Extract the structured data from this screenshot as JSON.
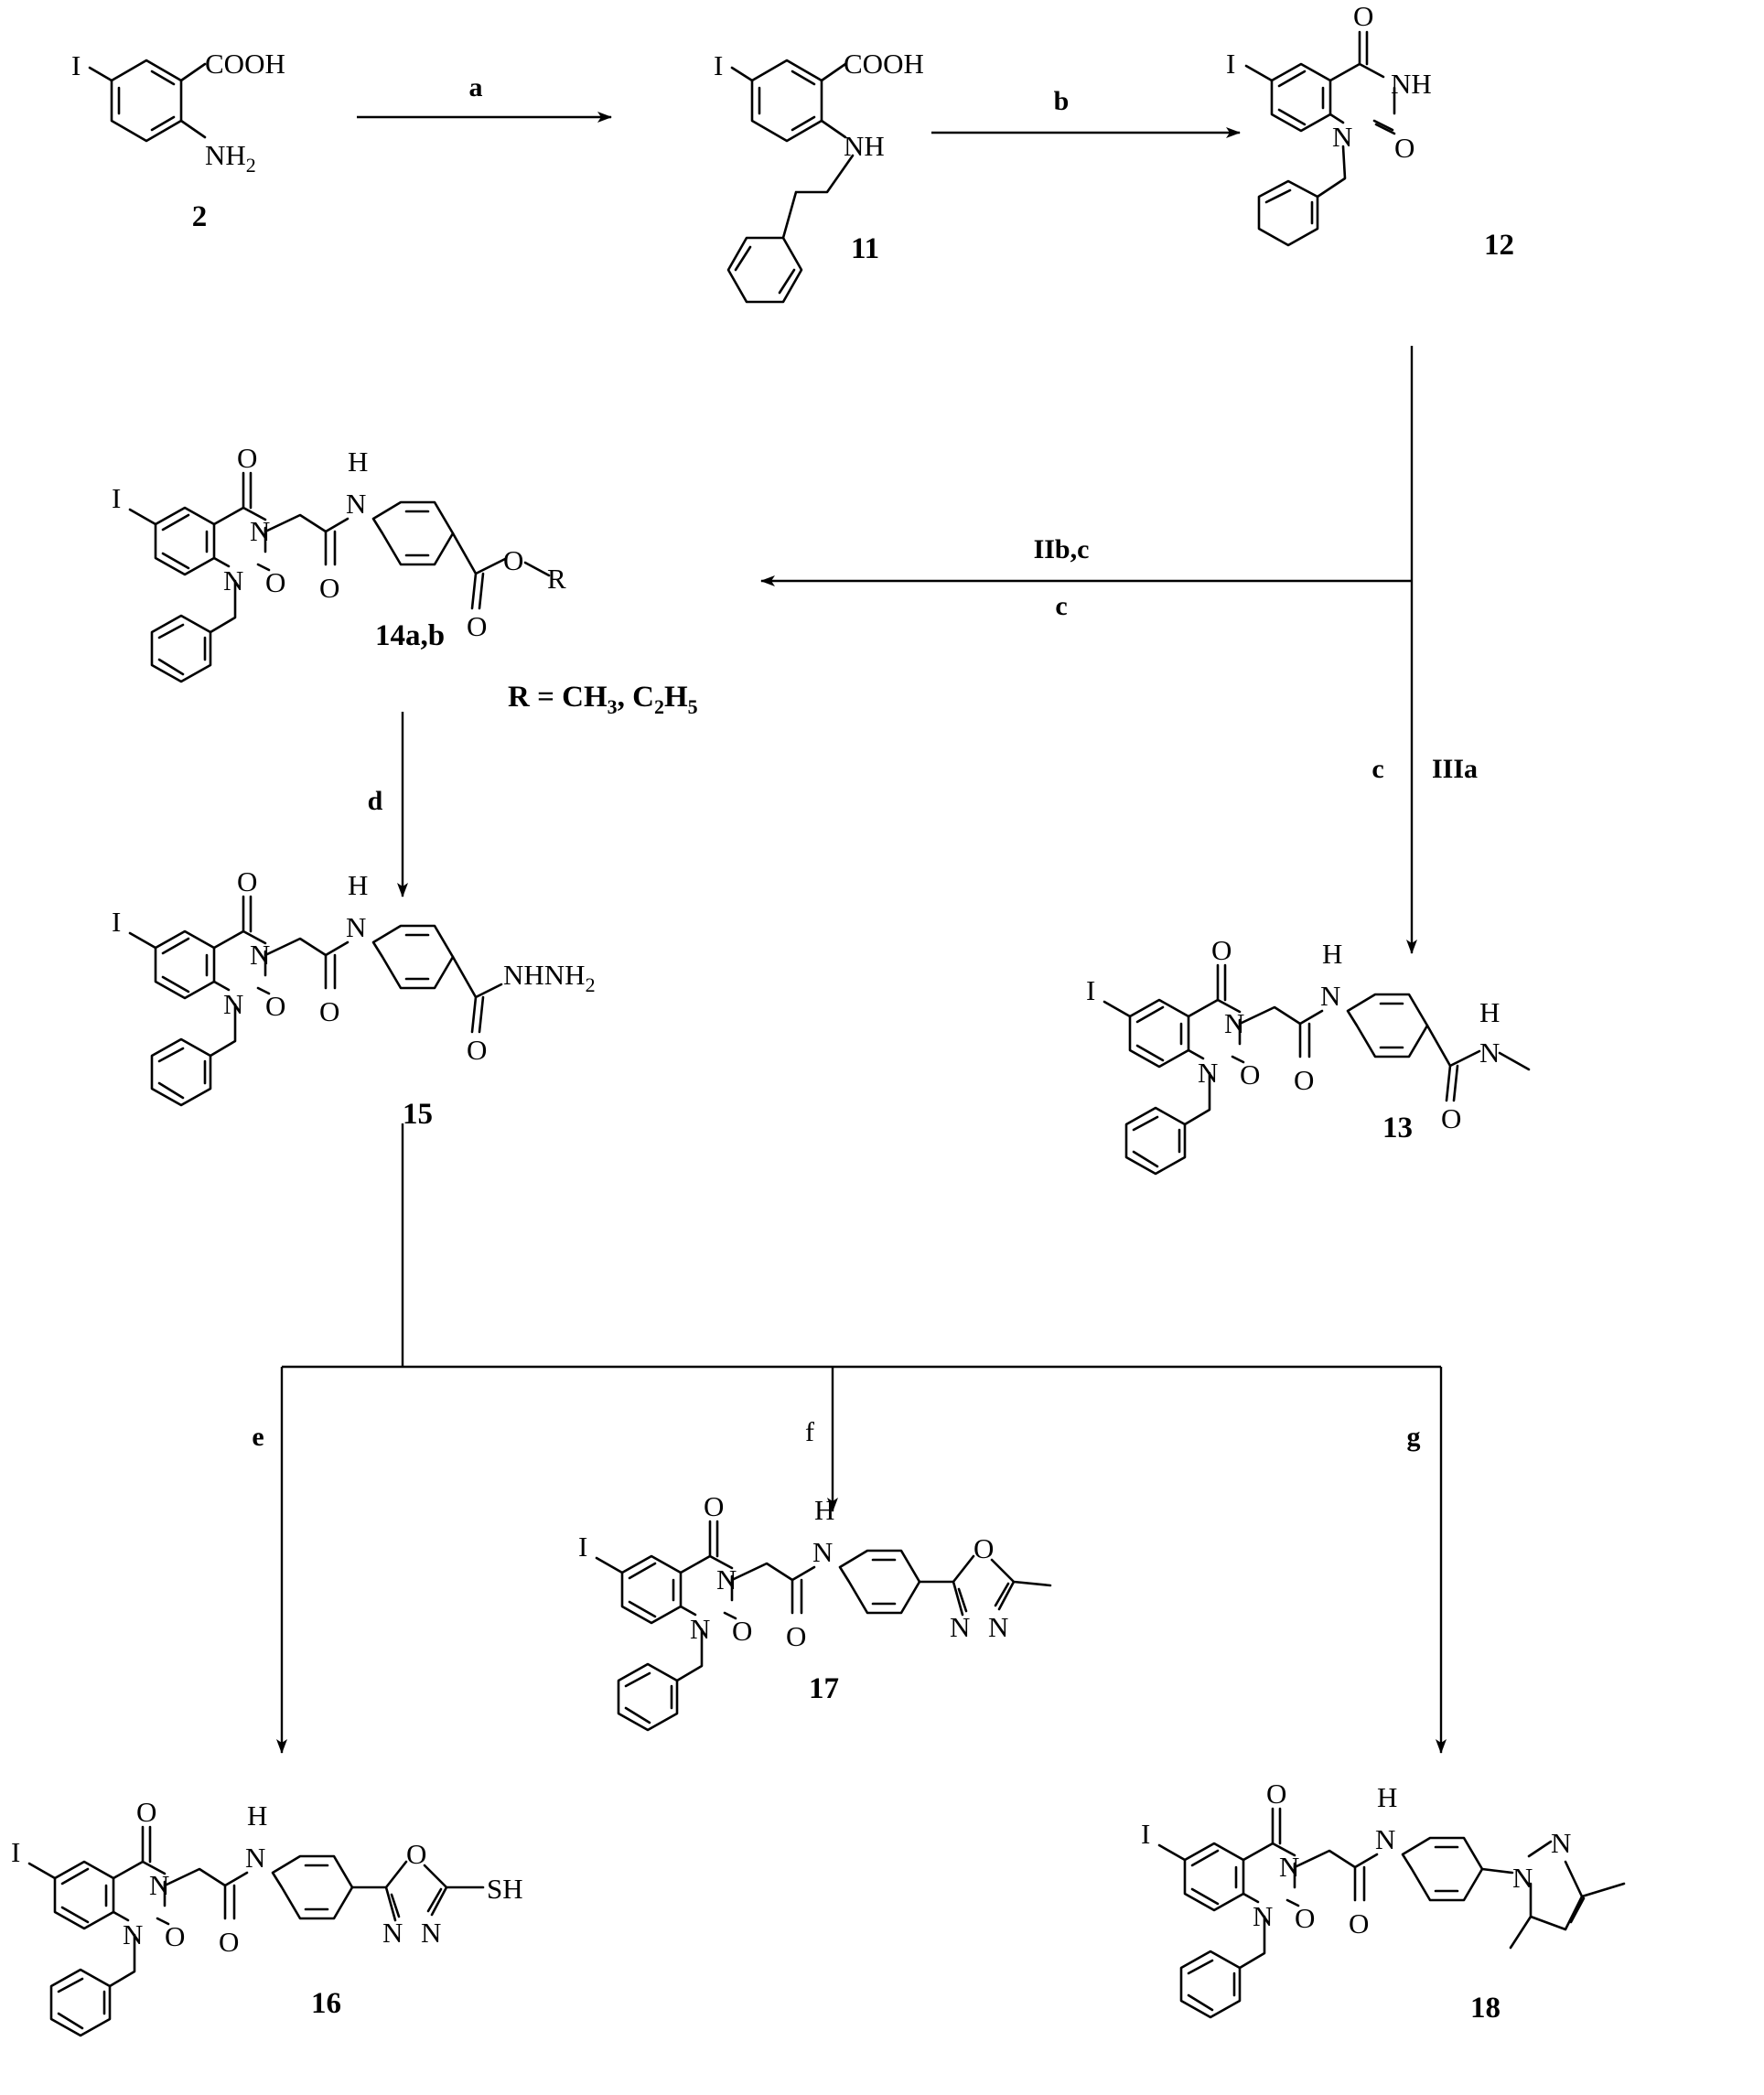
{
  "compounds": {
    "c2": "2",
    "c11": "11",
    "c12": "12",
    "c13": "13",
    "c14": "14a,b",
    "c15": "15",
    "c16": "16",
    "c17": "17",
    "c18": "18"
  },
  "atoms": {
    "I": "I",
    "COOH": "COOH",
    "NH": "NH",
    "N": "N",
    "O": "O",
    "H": "H",
    "R": "R",
    "NH2_main": "NH",
    "NH2_sub": "2",
    "NHNH2_main": "NHNH",
    "NHNH2_sub": "2",
    "SH": "SH"
  },
  "r_group": {
    "prefix": "R = CH",
    "sub1": "3",
    "mid": ", C",
    "sub2": "2",
    "h": "H",
    "sub3": "5"
  },
  "reagents": {
    "a": "a",
    "b": "b",
    "IIbc": "IIb,c",
    "c_left": "c",
    "c_down": "c",
    "IIIa": "IIIa",
    "d": "d",
    "e": "e",
    "f": "f",
    "g": "g"
  }
}
